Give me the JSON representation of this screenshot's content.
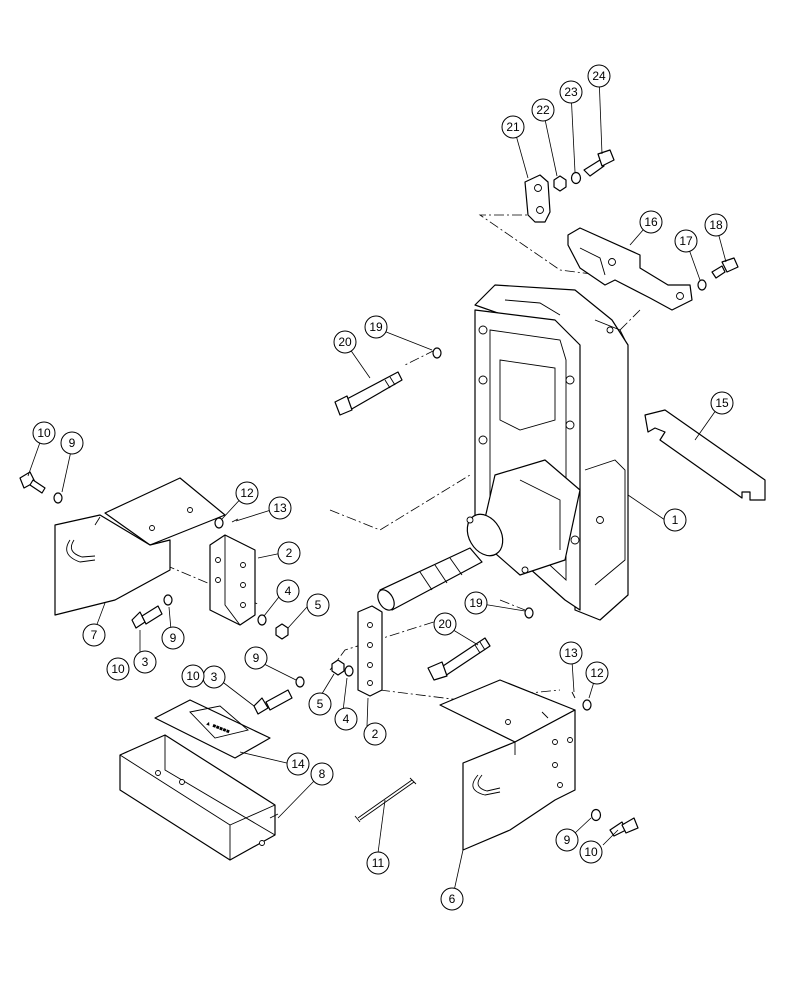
{
  "callouts": [
    {
      "id": "c1",
      "label": "1"
    },
    {
      "id": "c2a",
      "label": "2"
    },
    {
      "id": "c2b",
      "label": "2"
    },
    {
      "id": "c3a",
      "label": "3"
    },
    {
      "id": "c3b",
      "label": "3"
    },
    {
      "id": "c4a",
      "label": "4"
    },
    {
      "id": "c4b",
      "label": "4"
    },
    {
      "id": "c5a",
      "label": "5"
    },
    {
      "id": "c5b",
      "label": "5"
    },
    {
      "id": "c6",
      "label": "6"
    },
    {
      "id": "c7",
      "label": "7"
    },
    {
      "id": "c8",
      "label": "8"
    },
    {
      "id": "c9a",
      "label": "9"
    },
    {
      "id": "c9b",
      "label": "9"
    },
    {
      "id": "c9c",
      "label": "9"
    },
    {
      "id": "c9d",
      "label": "9"
    },
    {
      "id": "c10a",
      "label": "10"
    },
    {
      "id": "c10b",
      "label": "10"
    },
    {
      "id": "c10c",
      "label": "10"
    },
    {
      "id": "c10d",
      "label": "10"
    },
    {
      "id": "c11",
      "label": "11"
    },
    {
      "id": "c12a",
      "label": "12"
    },
    {
      "id": "c12b",
      "label": "12"
    },
    {
      "id": "c13a",
      "label": "13"
    },
    {
      "id": "c13b",
      "label": "13"
    },
    {
      "id": "c14",
      "label": "14"
    },
    {
      "id": "c15",
      "label": "15"
    },
    {
      "id": "c16",
      "label": "16"
    },
    {
      "id": "c17",
      "label": "17"
    },
    {
      "id": "c18",
      "label": "18"
    },
    {
      "id": "c19a",
      "label": "19"
    },
    {
      "id": "c19b",
      "label": "19"
    },
    {
      "id": "c20a",
      "label": "20"
    },
    {
      "id": "c20b",
      "label": "20"
    },
    {
      "id": "c21",
      "label": "21"
    },
    {
      "id": "c22",
      "label": "22"
    },
    {
      "id": "c23",
      "label": "23"
    },
    {
      "id": "c24",
      "label": "24"
    }
  ]
}
